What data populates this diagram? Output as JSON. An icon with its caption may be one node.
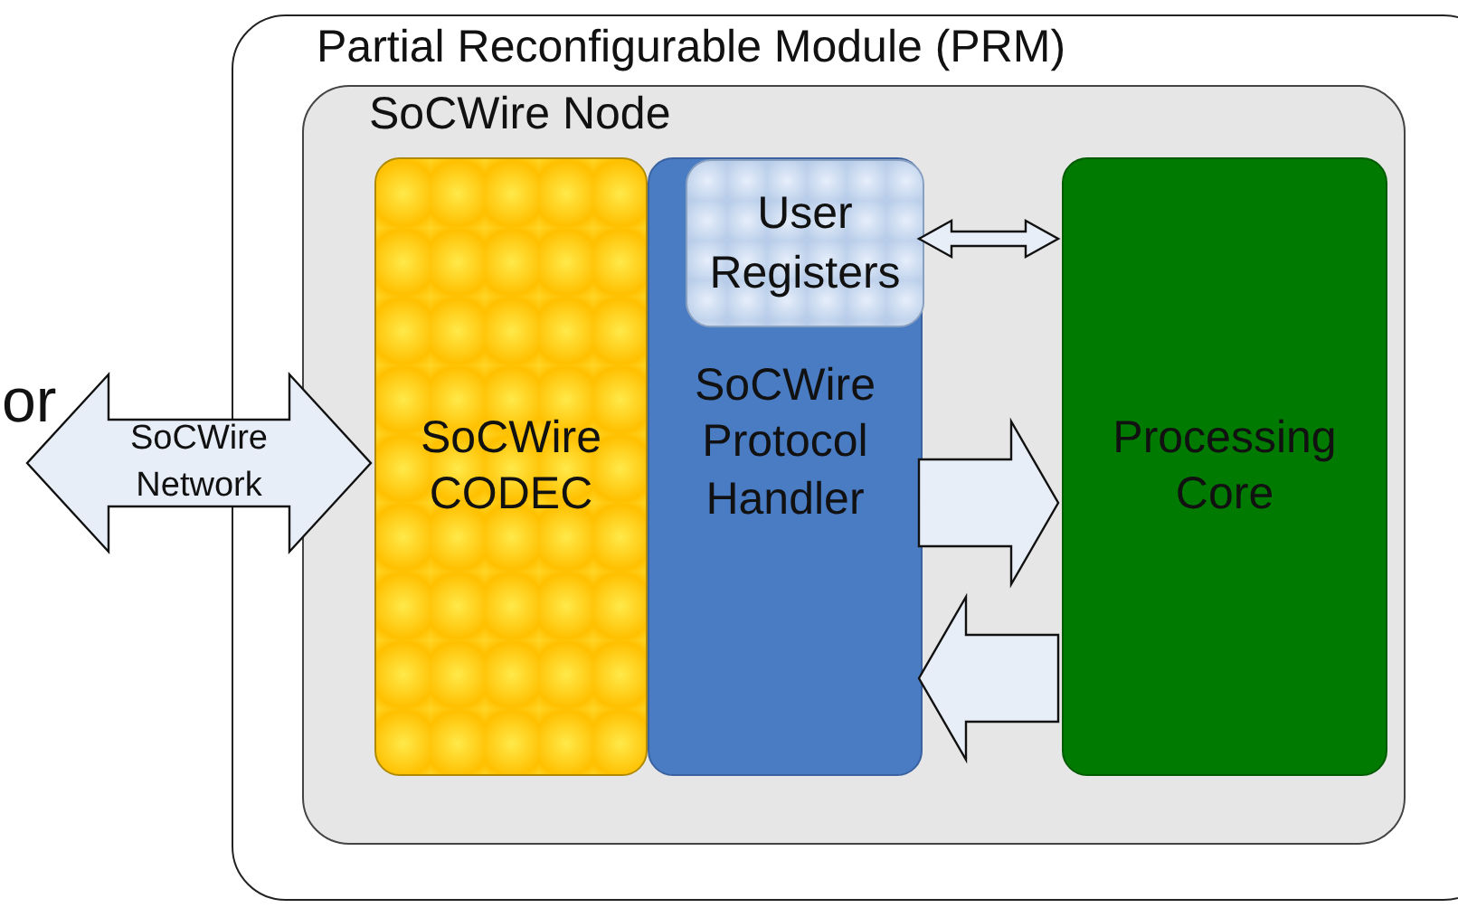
{
  "diagram": {
    "nodes": [
      {
        "text": [
          "Partial Reconfigurable Module (PRM)"
        ]
      },
      {
        "text": [
          "SoCWire Node"
        ],
        "in": 0
      },
      {
        "text": [
          "SoCWire CODEC"
        ],
        "in": 1
      },
      {
        "text": [
          "SoCWire Protocol Handler"
        ],
        "in": 1
      },
      {
        "text": [
          "User Registers"
        ],
        "in": 3
      },
      {
        "text": [
          "Processing Core"
        ],
        "in": 1
      },
      {
        "text": [
          "SoCWire Network"
        ]
      }
    ],
    "edges": [
      {
        "from": 4,
        "to": 5,
        "arrow": "both"
      },
      {
        "from": 3,
        "to": 5,
        "arrow": "to"
      },
      {
        "from": 5,
        "to": 3,
        "arrow": "to"
      }
    ],
    "labels": [
      "or"
    ]
  }
}
